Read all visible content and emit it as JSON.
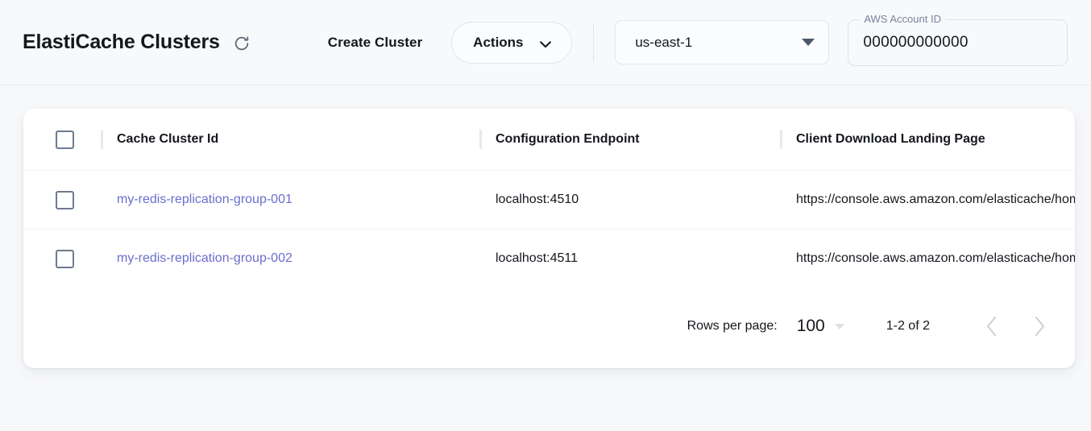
{
  "header": {
    "title": "ElastiCache Clusters",
    "refresh_icon": "refresh-icon",
    "create_cluster_label": "Create Cluster",
    "actions_label": "Actions",
    "actions_chevron_icon": "chevron-down-icon",
    "region": {
      "value": "us-east-1",
      "caret_icon": "triangle-down-icon"
    },
    "account": {
      "legend": "AWS Account ID",
      "value": "000000000000"
    }
  },
  "table": {
    "columns": [
      {
        "label": "Cache Cluster Id"
      },
      {
        "label": "Configuration Endpoint"
      },
      {
        "label": "Client Download Landing Page"
      }
    ],
    "rows": [
      {
        "cluster_id": "my-redis-replication-group-001",
        "endpoint": "localhost:4510",
        "landing_page": "https://console.aws.amazon.com/elasticache/home"
      },
      {
        "cluster_id": "my-redis-replication-group-002",
        "endpoint": "localhost:4511",
        "landing_page": "https://console.aws.amazon.com/elasticache/home"
      }
    ]
  },
  "pagination": {
    "rows_per_page_label": "Rows per page:",
    "rows_per_page_value": "100",
    "range_text": "1-2 of 2",
    "prev_icon": "chevron-left-icon",
    "next_icon": "chevron-right-icon"
  },
  "colors": {
    "link": "#6b6ecd",
    "page_background": "#f7f8fa",
    "card_background": "#ffffff",
    "text": "#14171d",
    "muted": "#77849a"
  }
}
